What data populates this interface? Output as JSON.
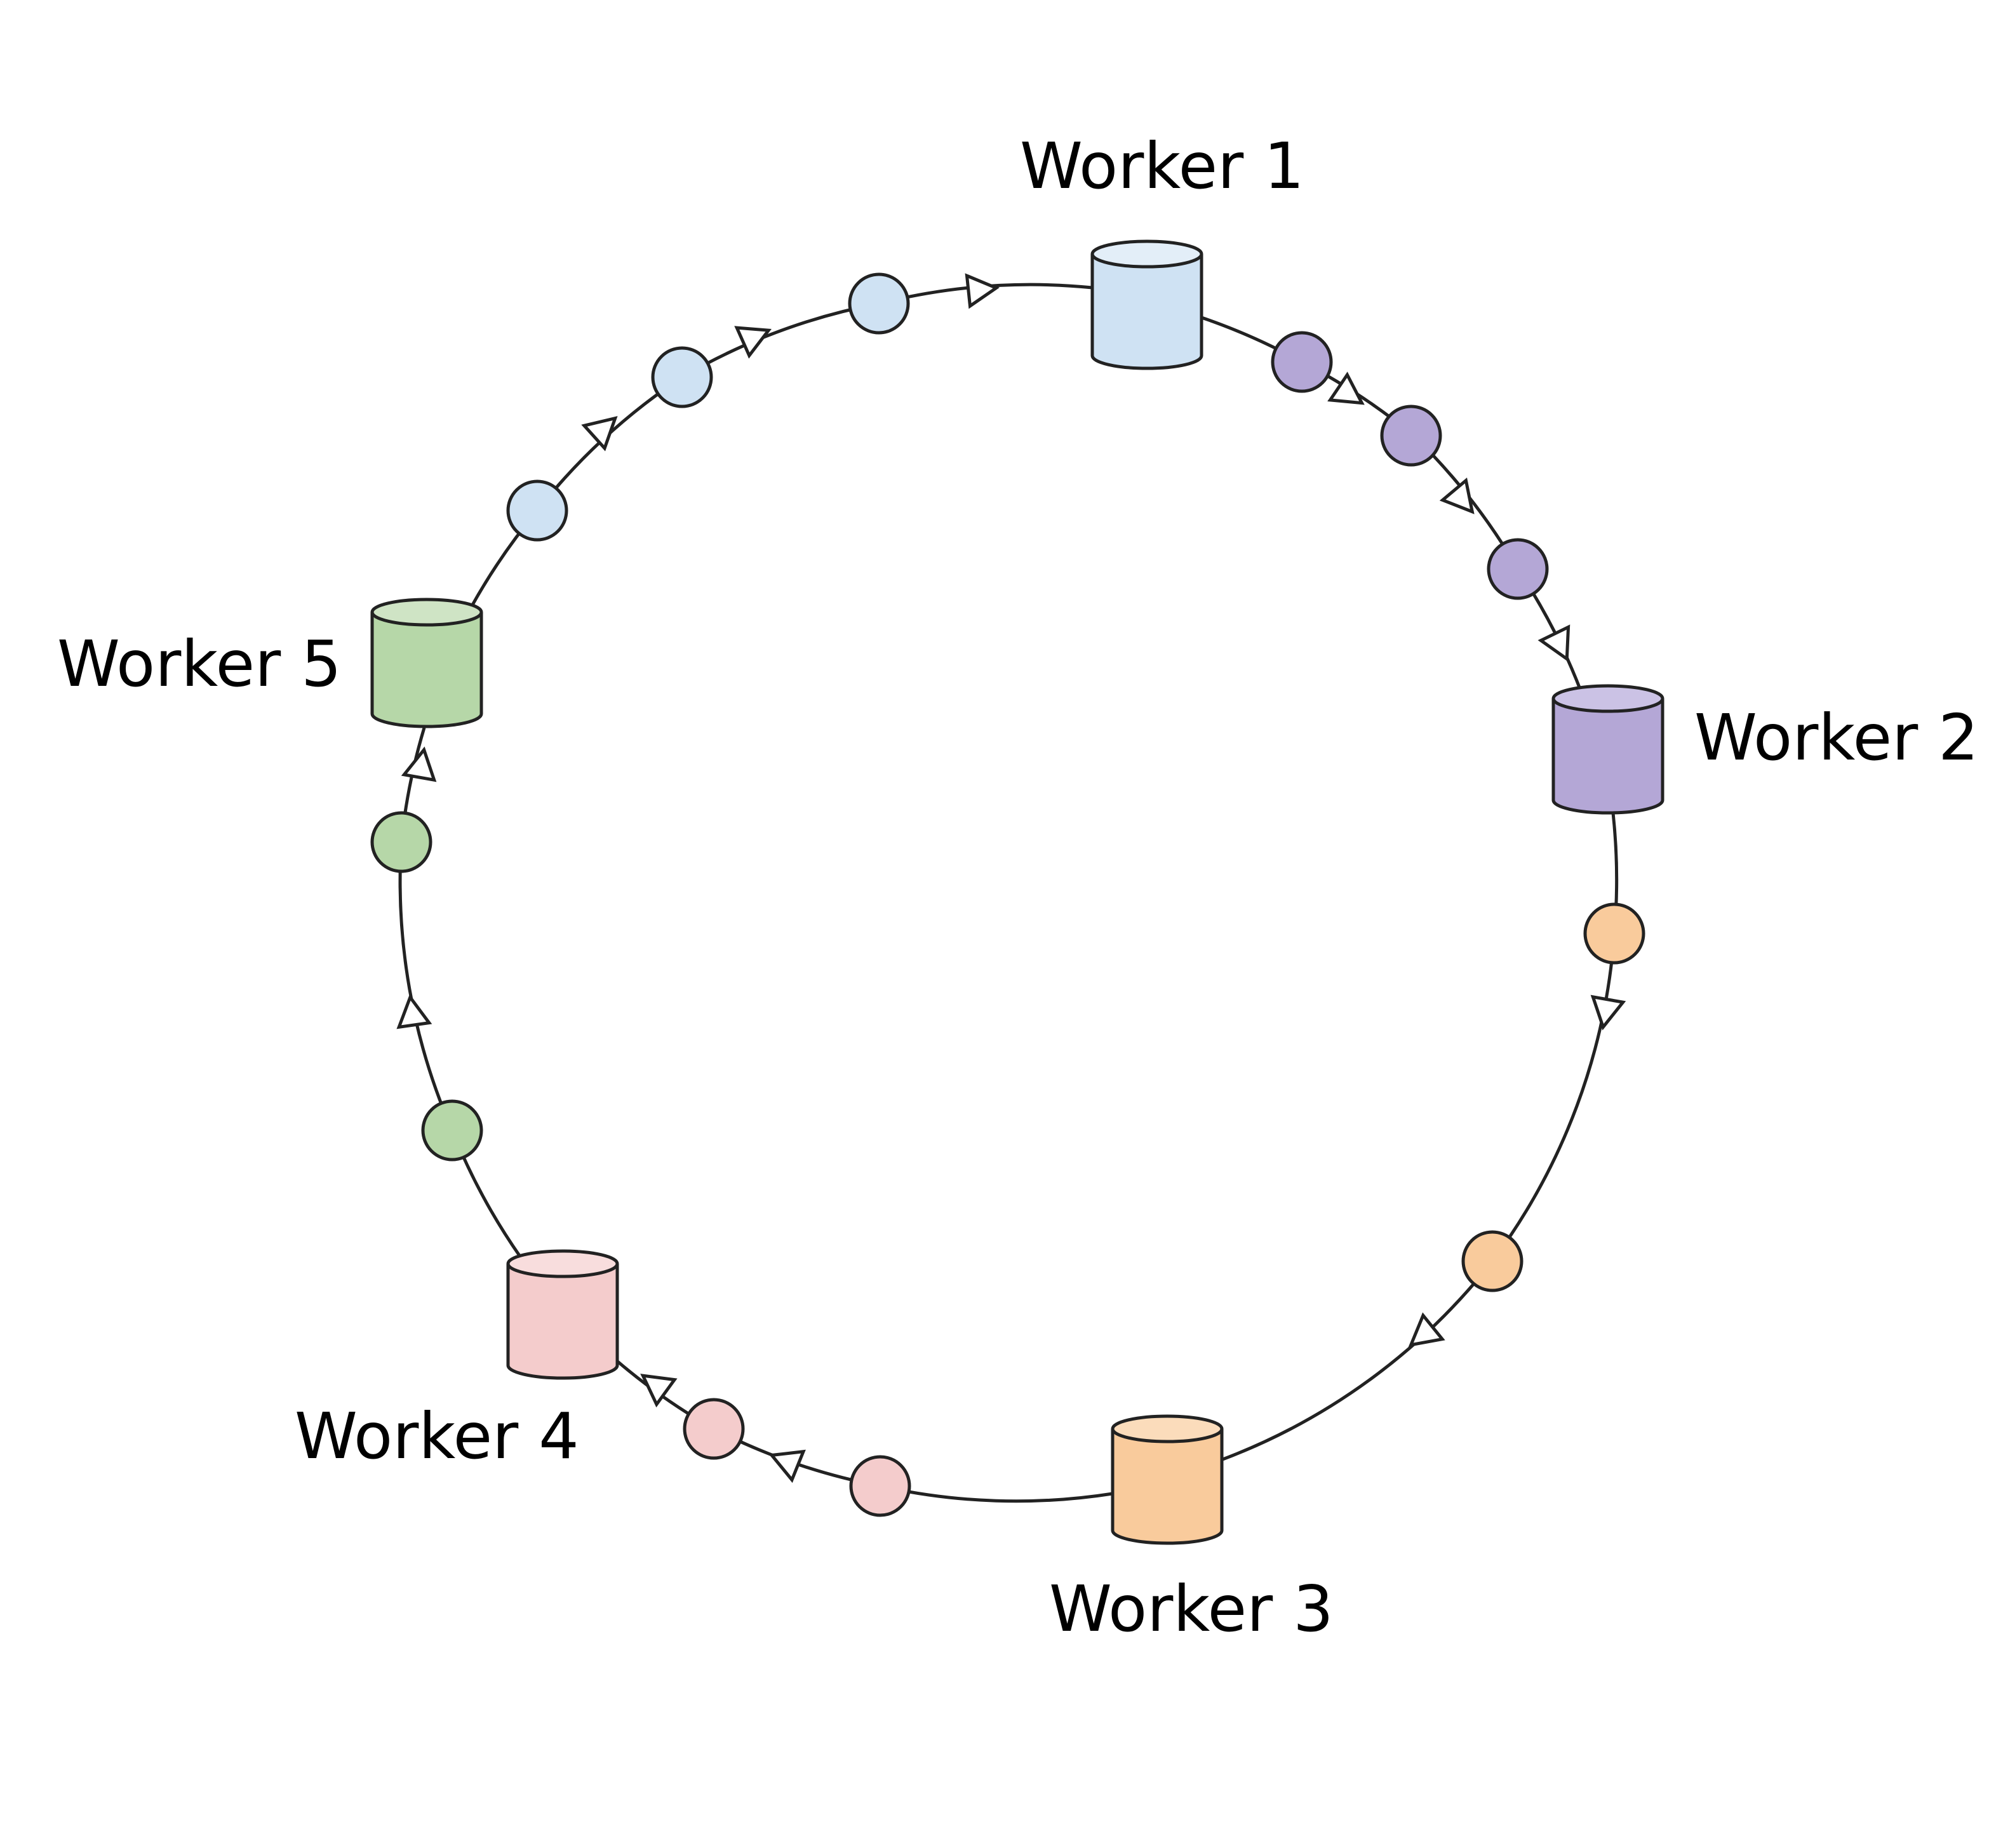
{
  "workers": [
    {
      "id": "worker-1",
      "label": "Worker 1",
      "fill": "#cfe2f3",
      "top_fill": "#e3eef8"
    },
    {
      "id": "worker-2",
      "label": "Worker 2",
      "fill": "#b4a7d6",
      "top_fill": "#cbc2e5"
    },
    {
      "id": "worker-3",
      "label": "Worker 3",
      "fill": "#f9cb9c",
      "top_fill": "#fbdcbb"
    },
    {
      "id": "worker-4",
      "label": "Worker 4",
      "fill": "#f4cccc",
      "top_fill": "#f8dddd"
    },
    {
      "id": "worker-5",
      "label": "Worker 5",
      "fill": "#b6d7a8",
      "top_fill": "#cfe4c5"
    }
  ],
  "arrow_marker_fill": "#ffffff",
  "line_color": "#222222"
}
